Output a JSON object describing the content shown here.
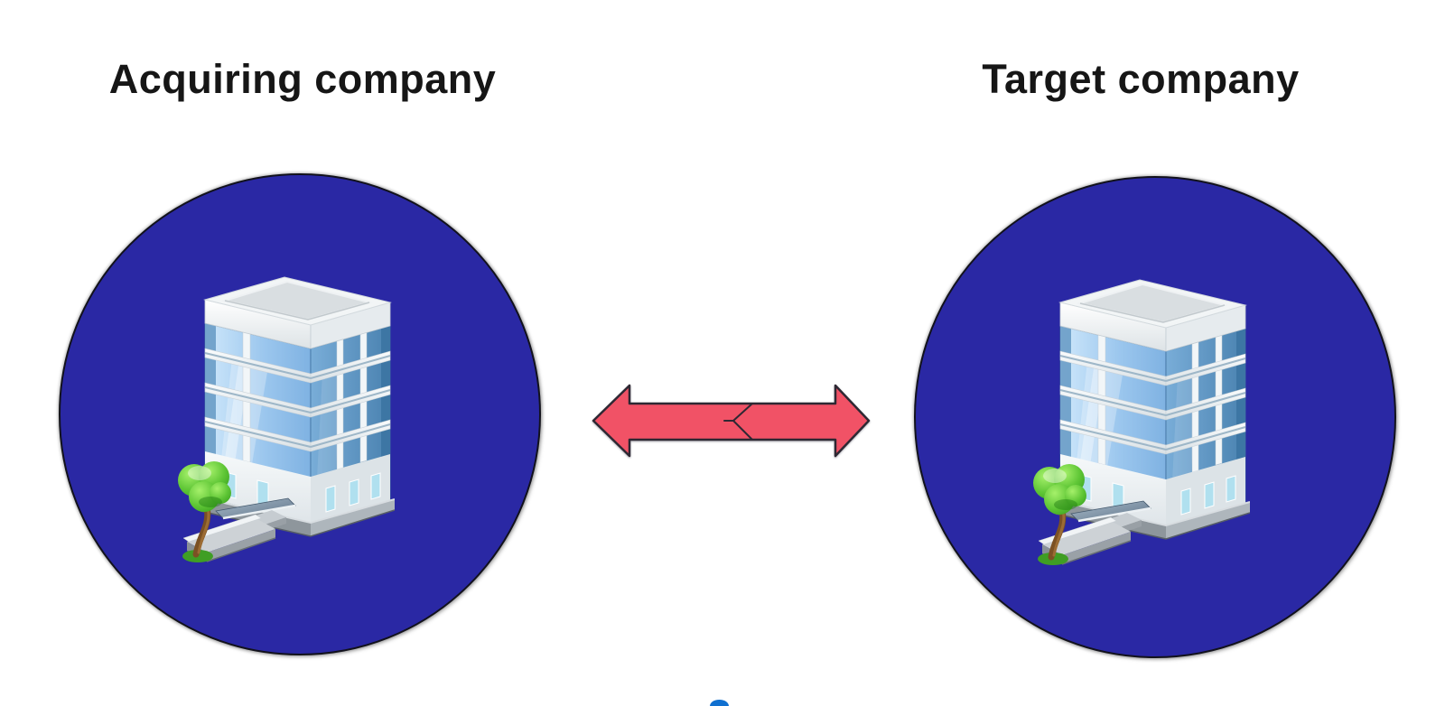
{
  "titles": {
    "left": "Acquiring company",
    "right": "Target company"
  },
  "connector": {
    "type": "double-headed-arrow",
    "direction": "left-right"
  },
  "icons": {
    "left_circle": "office-building-icon",
    "right_circle": "office-building-icon",
    "connector": "double-headed-arrow-icon",
    "footer": "clipped-blue-fragment"
  },
  "colors": {
    "page_bg": "#ffffff",
    "title_text": "#161616",
    "circle_fill": "#2A28A4",
    "circle_outline": "#12121c",
    "arrow_fill": "#F15266",
    "arrow_outline": "#2E2833",
    "footer_artifact": "#1070D0"
  }
}
